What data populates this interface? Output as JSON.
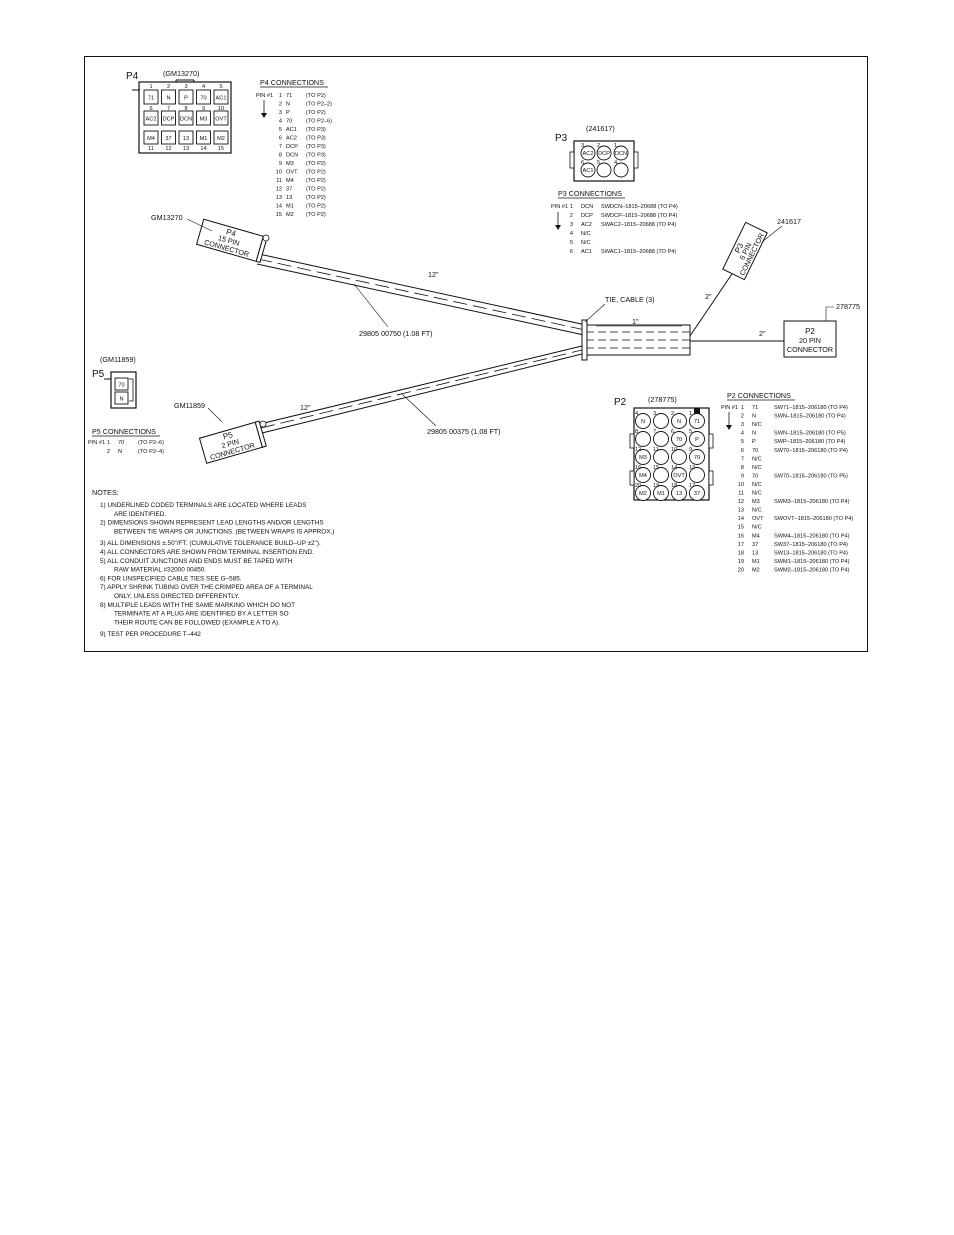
{
  "p4": {
    "label": "P4",
    "part": "(GM13270)",
    "pin_numbers_top": [
      "1",
      "2",
      "3",
      "4",
      "5"
    ],
    "row1": [
      "71",
      "N",
      "P",
      "70",
      "AC1"
    ],
    "pin_numbers_mid": [
      "6",
      "7",
      "8",
      "9",
      "10"
    ],
    "row2": [
      "AC2",
      "DCP",
      "DCN",
      "M3",
      "OVT"
    ],
    "row3": [
      "M4",
      "37",
      "13",
      "M1",
      "M2"
    ],
    "pin_numbers_bot": [
      "11",
      "12",
      "13",
      "14",
      "15"
    ],
    "connections_title": "P4 CONNECTIONS",
    "pin1_label": "PIN #1",
    "connections": [
      [
        "1",
        "71",
        "(TO P2)"
      ],
      [
        "2",
        "N",
        "(TO P2–2)"
      ],
      [
        "3",
        "P",
        "(TO P2)"
      ],
      [
        "4",
        "70",
        "(TO P2–6)"
      ],
      [
        "5",
        "AC1",
        "(TO P3)"
      ],
      [
        "6",
        "AC2",
        "(TO P3)"
      ],
      [
        "7",
        "DCP",
        "(TO P3)"
      ],
      [
        "8",
        "DCN",
        "(TO P3)"
      ],
      [
        "9",
        "M3",
        "(TO P2)"
      ],
      [
        "10",
        "OVT",
        "(TO P2)"
      ],
      [
        "11",
        "M4",
        "(TO P2)"
      ],
      [
        "12",
        "37",
        "(TO P2)"
      ],
      [
        "13",
        "13",
        "(TO P2)"
      ],
      [
        "14",
        "M1",
        "(TO P2)"
      ],
      [
        "15",
        "M2",
        "(TO P2)"
      ]
    ]
  },
  "p3": {
    "label": "P3",
    "part": "(241617)",
    "pins": [
      [
        "3",
        "AC2"
      ],
      [
        "2",
        "DCP"
      ],
      [
        "1",
        "DCN"
      ],
      [
        "6",
        "AC1"
      ],
      [
        "5",
        ""
      ],
      [
        "4",
        ""
      ]
    ],
    "connections_title": "P3 CONNECTIONS",
    "pin1_label": "PIN #1",
    "connections": [
      [
        "1",
        "DCN",
        "SWDCN–1815–20688 (TO P4)"
      ],
      [
        "2",
        "DCP",
        "SWDCP–1815–20688 (TO P4)"
      ],
      [
        "3",
        "AC2",
        "SWAC2–1815–20688 (TO P4)"
      ],
      [
        "4",
        "N/C",
        ""
      ],
      [
        "5",
        "N/C",
        ""
      ],
      [
        "6",
        "AC1",
        "SWAC1–1815–20688 (TO P4)"
      ]
    ]
  },
  "p5": {
    "label": "P5",
    "part": "(GM11859)",
    "pins": [
      "70",
      "N"
    ],
    "connections_title": "P5 CONNECTIONS",
    "pin1_label": "PIN #1",
    "connections": [
      [
        "1",
        "70",
        "(TO P2–6)"
      ],
      [
        "2",
        "N",
        "(TO P2–4)"
      ]
    ]
  },
  "p2": {
    "label": "P2",
    "part": "(278775)",
    "grid": [
      [
        [
          "4",
          "N"
        ],
        [
          "3",
          ""
        ],
        [
          "2",
          "N"
        ],
        [
          "1",
          "71"
        ]
      ],
      [
        [
          "8",
          ""
        ],
        [
          "7",
          ""
        ],
        [
          "6",
          "70"
        ],
        [
          "5",
          "P"
        ]
      ],
      [
        [
          "12",
          "M3"
        ],
        [
          "11",
          ""
        ],
        [
          "10",
          ""
        ],
        [
          "9",
          "70"
        ]
      ],
      [
        [
          "16",
          "M4"
        ],
        [
          "15",
          ""
        ],
        [
          "14",
          "OVT"
        ],
        [
          "13",
          ""
        ]
      ],
      [
        [
          "20",
          "M2"
        ],
        [
          "19",
          "M1"
        ],
        [
          "18",
          "13"
        ],
        [
          "17",
          "37"
        ]
      ]
    ],
    "connections_title": "P2 CONNECTIONS",
    "pin1_label": "PIN #1",
    "connections": [
      [
        "1",
        "71",
        "SW71–1815–206180 (TO P4)"
      ],
      [
        "2",
        "N",
        "SWN–1815–206180 (TO P4)"
      ],
      [
        "3",
        "N/C",
        ""
      ],
      [
        "4",
        "N",
        "SWN–1815–206180 (TO P5)"
      ],
      [
        "5",
        "P",
        "SWP–1815–206180 (TO P4)"
      ],
      [
        "6",
        "70",
        "SW70–1815–206180 (TO P4)"
      ],
      [
        "7",
        "N/C",
        ""
      ],
      [
        "8",
        "N/C",
        ""
      ],
      [
        "9",
        "70",
        "SW70–1815–206180 (TO P5)"
      ],
      [
        "10",
        "N/C",
        ""
      ],
      [
        "11",
        "N/C",
        ""
      ],
      [
        "12",
        "M3",
        "SWM3–1815–206180 (TO P4)"
      ],
      [
        "13",
        "N/C",
        ""
      ],
      [
        "14",
        "OVT",
        "SWOVT–1815–206180 (TO P4)"
      ],
      [
        "15",
        "N/C",
        ""
      ],
      [
        "16",
        "M4",
        "SWM4–1815–206180 (TO P4)"
      ],
      [
        "17",
        "37",
        "SW37–1815–206180 (TO P4)"
      ],
      [
        "18",
        "13",
        "SW13–1815–206180 (TO P4)"
      ],
      [
        "19",
        "M1",
        "SWM1–1815–206180 (TO P4)"
      ],
      [
        "20",
        "M2",
        "SWM2–1815–206180 (TO P4)"
      ]
    ]
  },
  "harness": {
    "p4_part_callout": "GM13270",
    "p4_connector_text": [
      "P4",
      "15 PIN",
      "CONNECTOR"
    ],
    "p3_part_callout": "241617",
    "p3_connector_text": [
      "P3",
      "6 PIN",
      "CONNECTOR"
    ],
    "p2_part_callout": "278775",
    "p2_connector_text": [
      "P2",
      "20 PIN",
      "CONNECTOR"
    ],
    "p5_part_callout": "GM11859",
    "p5_connector_text": [
      "P5",
      "2 PIN",
      "CONNECTOR"
    ],
    "len_upper": "12\"",
    "len_lower": "12\"",
    "len_trunk": "1\"",
    "len_p3": "2\"",
    "len_p2": "2\"",
    "tie_label": "TIE, CABLE (3)",
    "lead_upper": "29805 00750 (1.08 FT)",
    "lead_lower": "29805 00375 (1.08 FT)"
  },
  "notes": {
    "title": "NOTES:",
    "lines": [
      "1) UNDERLINED CODED TERMINALS ARE LOCATED WHERE LEADS",
      "ARE IDENTIFIED.",
      "2) DIMENSIONS SHOWN REPRESENT LEAD LENGTHS AND/OR LENGTHS",
      "BETWEEN TIE WRAPS OR JUNCTIONS. (BETWEEN WRAPS IS APPROX.)",
      "3) ALL DIMENSIONS     ±.50\"/FT. (CUMULATIVE TOLERANCE BUILD–UP      ±2\").",
      "4) ALL CONNECTORS ARE SHOWN FROM TERMINAL INSERTION END.",
      "5) ALL CONDUIT JUNCTIONS AND ENDS MUST BE TAPED WITH",
      "RAW MATERIAL #32000 00450.",
      "6) FOR UNSPECIFIED CABLE TIES SEE G–585.",
      "7) APPLY SHRINK TUBING OVER THE CRIMPED AREA OF A TERMINAL",
      "ONLY, UNLESS DIRECTED DIFFERENTLY.",
      "8) MULTIPLE LEADS WITH THE SAME MARKING WHICH DO NOT",
      "TERMINATE AT A PLUG ARE IDENTIFIED BY A LETTER SO",
      "THEIR ROUTE CAN BE FOLLOWED (EXAMPLE A TO A).",
      "9) TEST PER PROCEDURE T–442"
    ]
  }
}
